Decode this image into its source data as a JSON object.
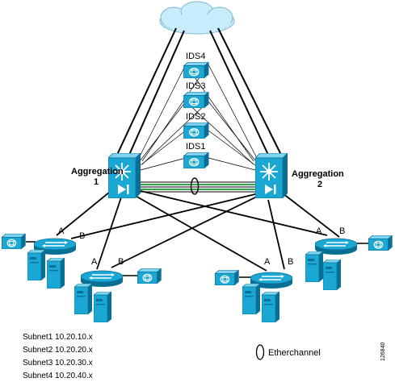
{
  "colors": {
    "device": "#1aa7d4",
    "device_dark": "#0a6f94",
    "device_light": "#7fd3ee",
    "link": "#000000",
    "trunk": "#33a24a",
    "cloud": "#c9ecfa"
  },
  "aggregation": {
    "left": {
      "name": "Aggregation",
      "number": "1",
      "icon": "multilayer-switch-icon"
    },
    "right": {
      "name": "Aggregation",
      "number": "2",
      "icon": "multilayer-switch-icon"
    }
  },
  "ids": [
    {
      "label": "IDS4",
      "icon": "ids-sensor-icon"
    },
    {
      "label": "IDS3",
      "icon": "ids-sensor-icon"
    },
    {
      "label": "IDS2",
      "icon": "ids-sensor-icon"
    },
    {
      "label": "IDS1",
      "icon": "ids-sensor-icon"
    }
  ],
  "access": [
    {
      "a": "A",
      "b": "B"
    },
    {
      "a": "A",
      "b": "B"
    },
    {
      "a": "A",
      "b": "B"
    },
    {
      "a": "A",
      "b": "B"
    }
  ],
  "subnets": [
    "Subnet1 10.20.10.x",
    "Subnet2 10.20.20.x",
    "Subnet3 10.20.30.x",
    "Subnet4 10.20.40.x"
  ],
  "legend": {
    "label": "Etherchannel",
    "icon": "etherchannel-icon"
  },
  "figure_id": "126840"
}
